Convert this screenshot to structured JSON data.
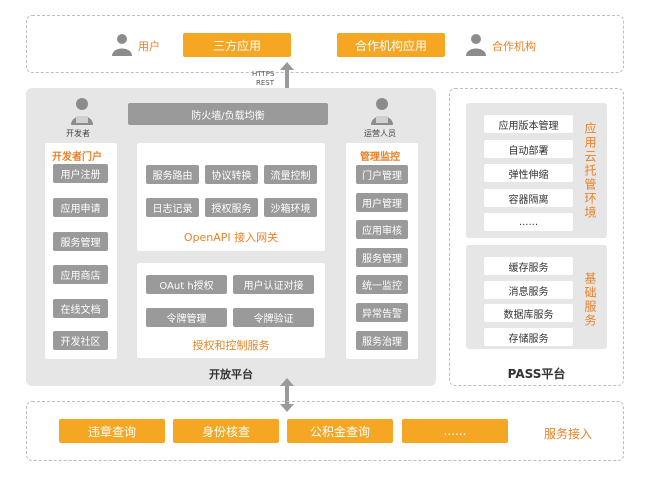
{
  "top": {
    "user_label": "用户",
    "third_party_app": "三方应用",
    "partner_app": "合作机构应用",
    "partner_label": "合作机构",
    "https_label": "HTTPS",
    "rest_label": "REST"
  },
  "open_platform": {
    "title": "开放平台",
    "firewall": "防火墙/负载均衡",
    "developer_label": "开发者",
    "operator_label": "运营人员",
    "dev_portal": {
      "title": "开发者门户",
      "items": [
        "用户注册",
        "应用申请",
        "服务管理",
        "应用商店",
        "在线文档",
        "开发社区"
      ]
    },
    "gateway": {
      "title": "OpenAPI 接入网关",
      "row1": [
        "服务路由",
        "协议转换",
        "流量控制"
      ],
      "row2": [
        "日志记录",
        "授权服务",
        "沙箱环境"
      ]
    },
    "auth": {
      "title": "授权和控制服务",
      "row1": [
        "OAut h授权",
        "用户认证对接"
      ],
      "row2": [
        "令牌管理",
        "令牌验证"
      ]
    },
    "monitor": {
      "title": "管理监控",
      "items": [
        "门户管理",
        "用户管理",
        "应用审核",
        "服务管理",
        "统一监控",
        "异常告警",
        "服务治理"
      ]
    }
  },
  "pass": {
    "title": "PASS平台",
    "cloud": {
      "vertical_label": "应用云托管环境",
      "items": [
        "应用版本管理",
        "自动部署",
        "弹性伸缩",
        "容器隔离",
        "......"
      ]
    },
    "basic": {
      "vertical_label": "基础服务",
      "items": [
        "缓存服务",
        "消息服务",
        "数据库服务",
        "存储服务"
      ]
    }
  },
  "bottom": {
    "items": [
      "违章查询",
      "身份核查",
      "公积金查询",
      "......"
    ],
    "label": "服务接入"
  },
  "colors": {
    "orange": "#f5a623",
    "orange_text": "#e8822a",
    "grey_panel": "#e6e6e6",
    "grey_btn": "#9a9a9a",
    "icon_grey": "#8c8c8c"
  }
}
